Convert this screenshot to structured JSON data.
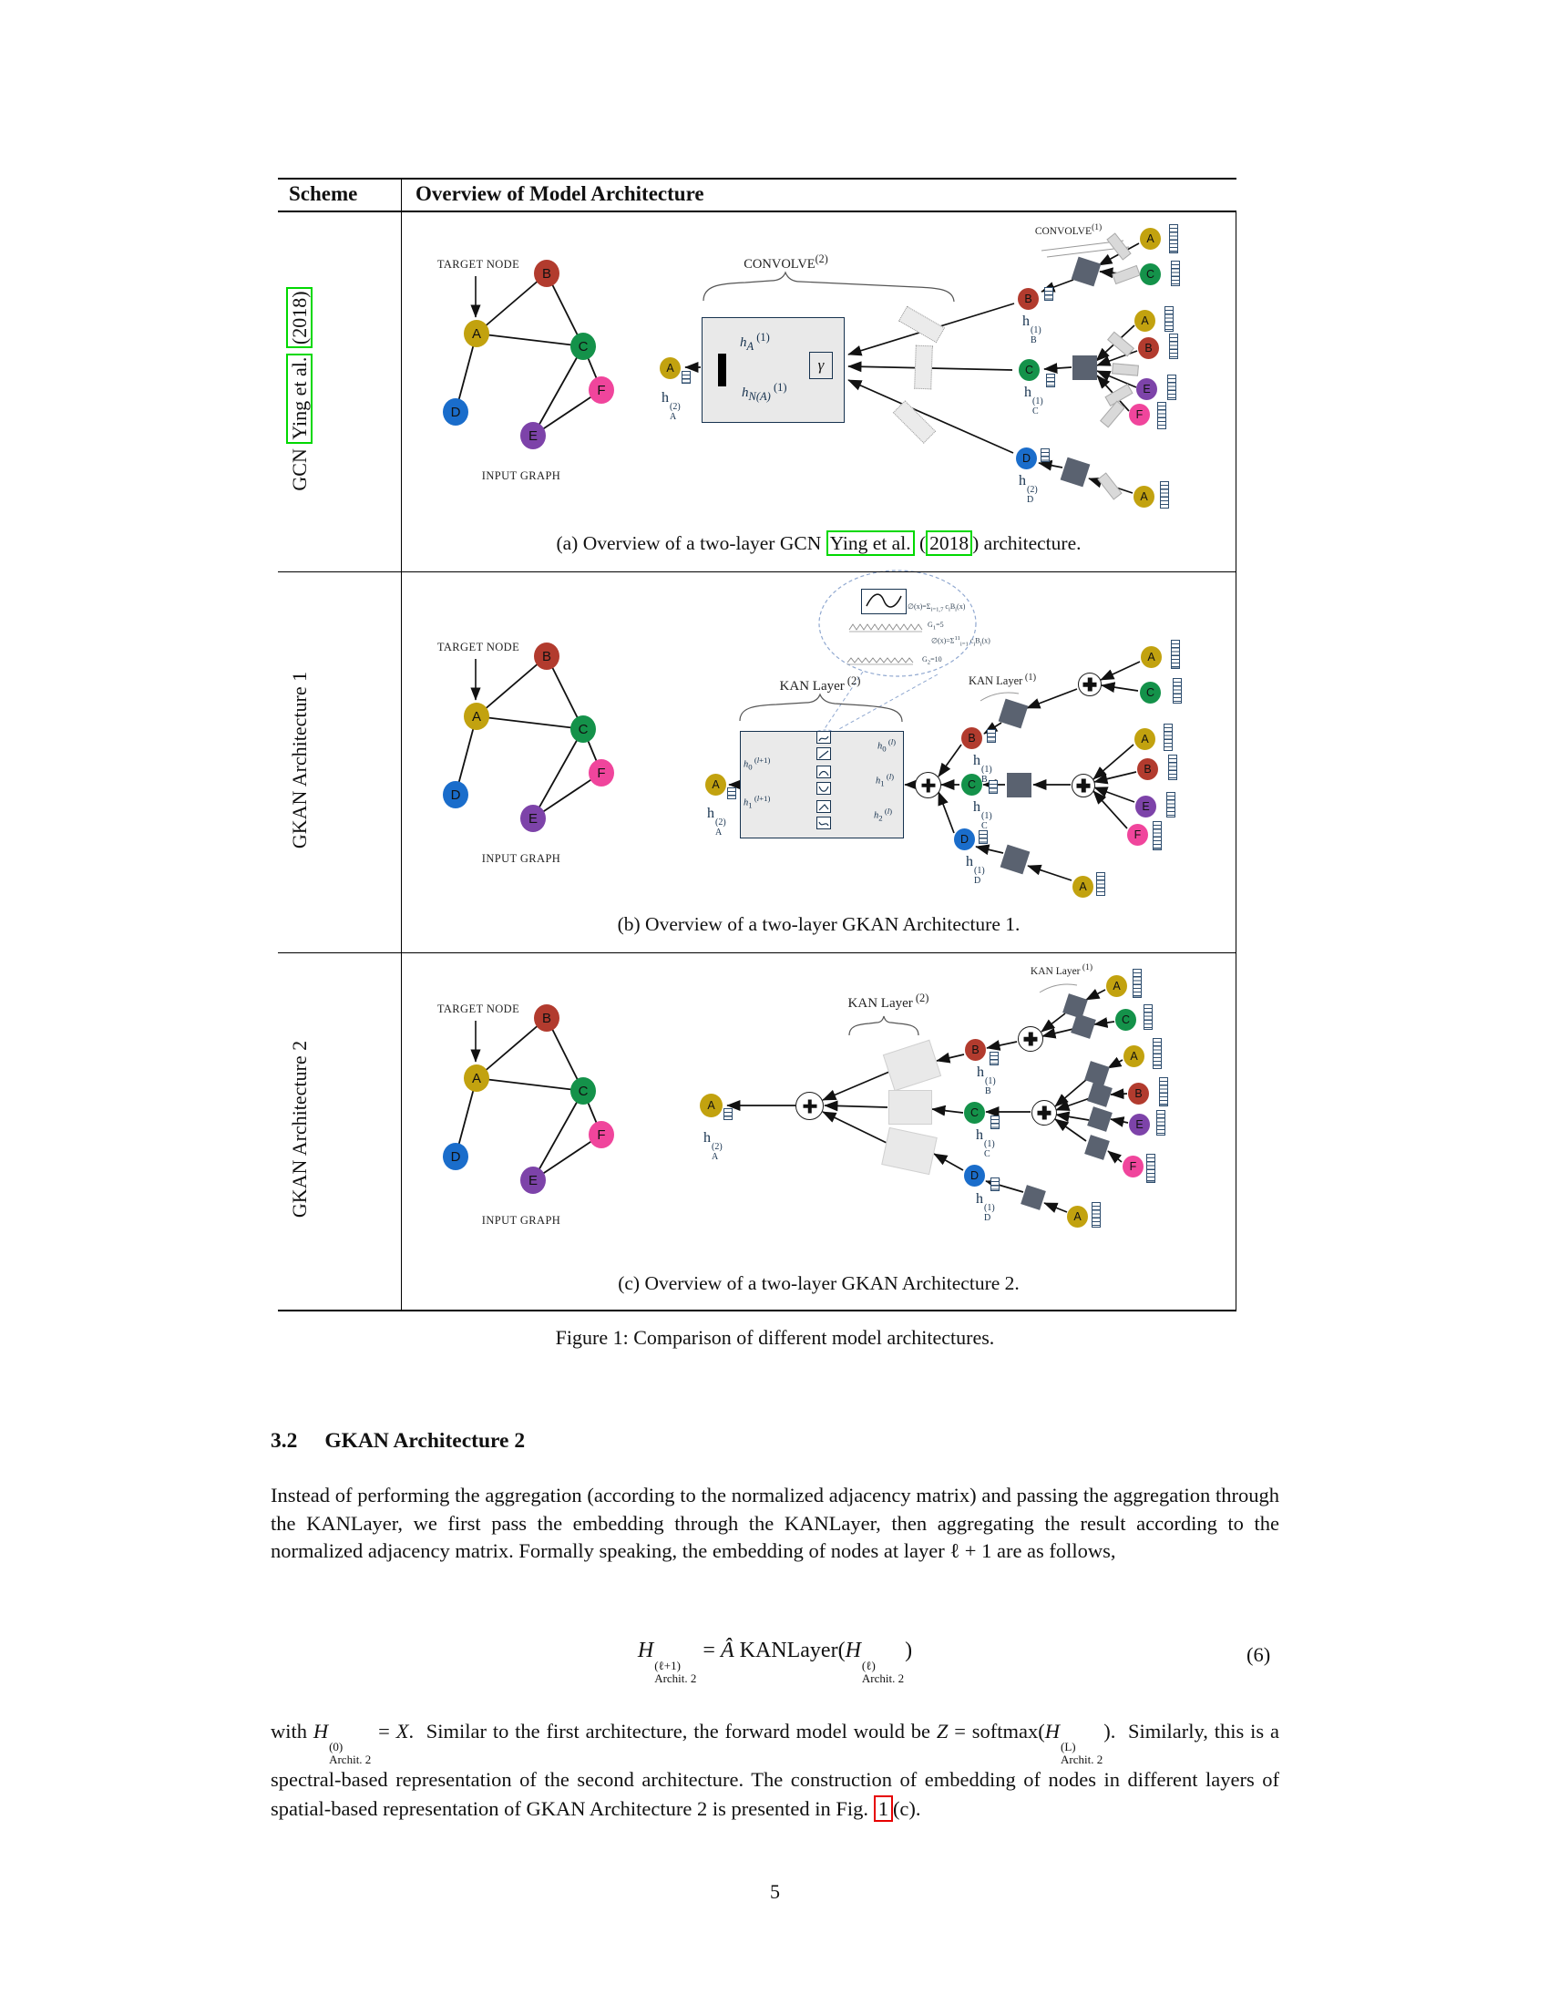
{
  "colors": {
    "A": "#c2a20f",
    "B": "#b23b2e",
    "C": "#14924a",
    "D": "#1a6dcb",
    "E": "#7d43a9",
    "F": "#f0459c",
    "dark_square": "#5a6270",
    "box_border": "#16324f",
    "citation_green": "#00d800",
    "link_red": "#e60000"
  },
  "icons": {
    "plus": "✚",
    "feature_vector": "▤",
    "spline": "∿"
  },
  "page": {
    "number": "5"
  },
  "table": {
    "header": {
      "scheme": "Scheme",
      "overview": "Overview of Model Architecture"
    },
    "row1_label_html": "GCN <span class=gbox>Ying et al.</span> <span class=gbox>(2018)</span>",
    "row2_label": "GKAN Architecture 1",
    "row3_label": "GKAN Architecture 2"
  },
  "graph": {
    "target": "TARGET NODE",
    "input": "INPUT GRAPH",
    "A": "A",
    "B": "B",
    "C": "C",
    "D": "D",
    "E": "E",
    "F": "F"
  },
  "fig": {
    "convolve2_html": "CONVOLVE<sup>(2)</sup>",
    "convolve1_html": "CONVOLVE<sup>(1)</sup>",
    "kan2_html": "KAN Layer<sup> (2)</sup>",
    "kan1_html": "KAN Layer<sup> (1)</sup>",
    "gamma": "γ",
    "hA1_html": "<i>h<sub>A</sub></i><sup> (1)</sup>",
    "hNA1_html": "<i>h<sub>N(A)</sub></i><sup> (1)</sup>",
    "hA2_html": "h<span class=ss><span>(2)</span><span>A</span></span>",
    "hB1_html": "h<span class=ss><span>(1)</span><span>B</span></span>",
    "hC1_html": "h<span class=ss><span>(1)</span><span>C</span></span>",
    "hD1_html": "h<span class=ss><span>(1)</span><span>D</span></span>",
    "hD2_html": "h<span class=ss><span>(2)</span><span>D</span></span>",
    "h0l1_html": "<i>h</i><sub>0</sub><sup> (<i>l</i>+1)</sup>",
    "h1l1_html": "<i>h</i><sub>1</sub><sup> (<i>l</i>+1)</sup>",
    "h0l_html": "<i>h</i><sub>0</sub><sup> (<i>l</i>)</sup>",
    "h1l_html": "<i>h</i><sub>1</sub><sup> (<i>l</i>)</sup>",
    "h2l_html": "<i>h</i><sub>2</sub><sup> (<i>l</i>)</sup>",
    "inset": {
      "f1_html": "∅(x)=Σ<sub>i=1,7</sub> c<sub>i</sub>B<sub>i</sub>(x)",
      "g1_html": "G<sub>1</sub>=5",
      "f2_html": "∅(x)=Σ<sup>11</sup><sub>i=1</sub> c<sub>i</sub>B<sub>i</sub>(x)",
      "g2_html": "G<sub>2</sub>=10"
    },
    "cap_a_html": "(a) Overview of a two-layer GCN <span class=gbox>Ying et al.</span> (<span class=gbox>2018</span>) architecture.",
    "cap_b": "(b) Overview of a two-layer GKAN Architecture 1.",
    "cap_c": "(c) Overview of a two-layer GKAN Architecture 2.",
    "caption": "Figure 1: Comparison of different model architectures."
  },
  "section": {
    "number": "3.2",
    "title": "GKAN Architecture 2"
  },
  "body": {
    "para1": "Instead of performing the aggregation (according to the normalized adjacency matrix) and passing the aggregation through the KANLayer, we first pass the embedding through the KANLayer, then aggregating the result according to the normalized adjacency matrix. Formally speaking, the embedding of nodes at layer ℓ + 1 are as follows,",
    "equation_html": "<i>H</i><span class=ssb><span>(ℓ+1)</span><span>Archit. 2</span></span> = <i>Â</i> KANLayer(<i>H</i><span class=ssb><span>(ℓ)</span><span>Archit. 2</span></span>)",
    "eq_number": "(6)",
    "para2_html": "with <i>H</i><span class=ssb><span>(0)</span><span>Archit. 2</span></span> = <i>X</i>.&nbsp; Similar to the first architecture, the forward model would be <i>Z</i> = softmax(<i>H</i><span class=ssb><span>(L)</span><span>Archit. 2</span></span>).&nbsp; Similarly, this is a spectral-based representation of the second architecture. The construction of embedding of nodes in different layers of spatial-based representation of GKAN Architecture 2 is presented in Fig. <span class=rbox>1</span>(c)."
  }
}
